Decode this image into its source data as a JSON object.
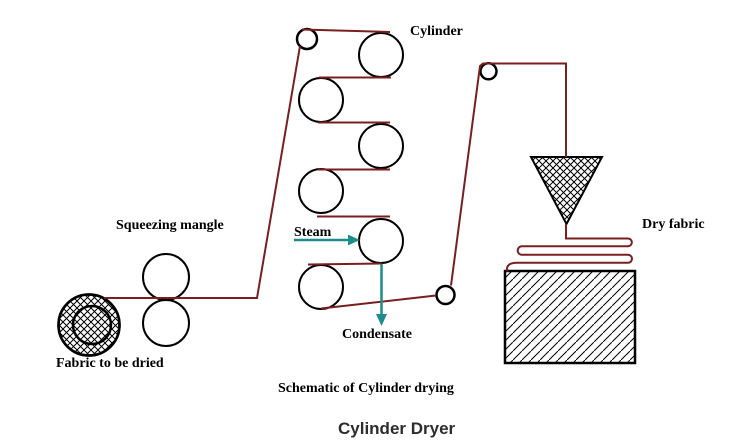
{
  "title": "Cylinder Dryer",
  "caption": "Schematic of Cylinder drying",
  "labels": {
    "cylinder": "Cylinder",
    "squeezing_mangle": "Squeezing mangle",
    "steam": "Steam",
    "condensate": "Condensate",
    "dry_fabric": "Dry fabric",
    "fabric_to_be_dried": "Fabric to be dried"
  },
  "colors": {
    "thread": "#7a1f1f",
    "flow_arrow": "#1f8c8c",
    "outline": "#000000",
    "title_text": "#2d2d2d",
    "background": "#ffffff"
  },
  "components": {
    "drying_cylinders": 6,
    "mangle_rollers": 2,
    "guide_rollers": 3
  }
}
